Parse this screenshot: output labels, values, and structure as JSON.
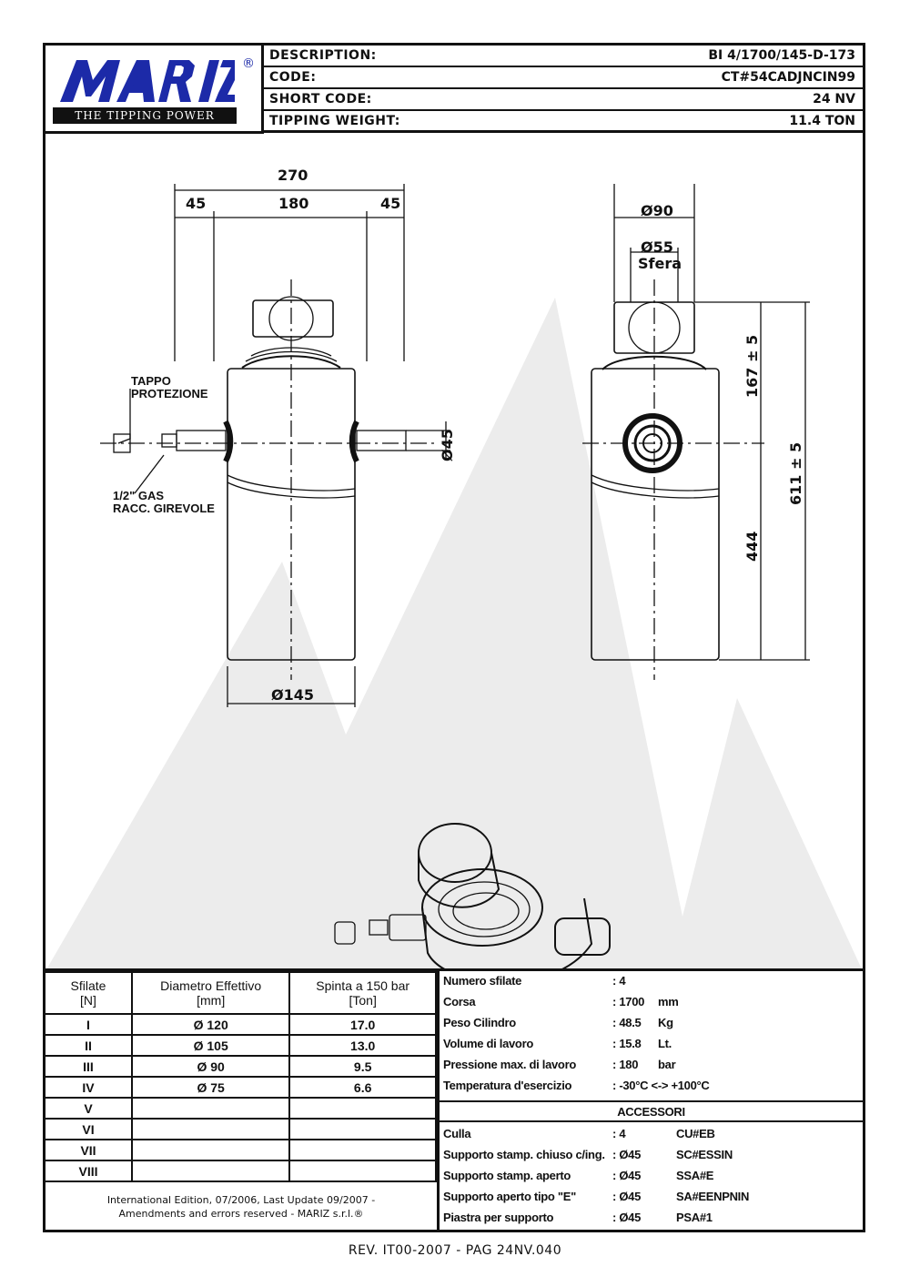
{
  "logo": {
    "text": "MARIZ",
    "tagline": "THE TIPPING POWER",
    "registered": "®",
    "color": "#1c2aa8"
  },
  "header": {
    "rows": [
      {
        "key": "DESCRIPTION:",
        "value": "BI 4/1700/145-D-173"
      },
      {
        "key": "CODE:",
        "value": "CT#54CADJNCIN99"
      },
      {
        "key": "SHORT CODE:",
        "value": "24 NV"
      },
      {
        "key": "TIPPING WEIGHT:",
        "value": "11.4 TON"
      }
    ]
  },
  "drawing": {
    "front": {
      "width_total": "270",
      "left": "45",
      "middle": "180",
      "right": "45",
      "diameter": "Ø145",
      "pin": "Ø45",
      "label_tappo_1": "TAPPO",
      "label_tappo_2": "PROTEZIONE",
      "label_gas_1": "1/2\" GAS",
      "label_gas_2": "RACC. GIREVOLE"
    },
    "side": {
      "diameter_top": "Ø90",
      "diameter_ball": "Ø55",
      "ball_label": "Sfera",
      "height_top": "167 ± 5",
      "height_total": "611 ± 5",
      "height_body": "444"
    }
  },
  "stages": {
    "headers": [
      "Sfilate\n[N]",
      "Diametro Effettivo\n[mm]",
      "Spinta a 150 bar\n[Ton]"
    ],
    "rows": [
      [
        "I",
        "Ø 120",
        "17.0"
      ],
      [
        "II",
        "Ø 105",
        "13.0"
      ],
      [
        "III",
        "Ø 90",
        "9.5"
      ],
      [
        "IV",
        "Ø 75",
        "6.6"
      ],
      [
        "V",
        "",
        ""
      ],
      [
        "VI",
        "",
        ""
      ],
      [
        "VII",
        "",
        ""
      ],
      [
        "VIII",
        "",
        ""
      ]
    ]
  },
  "edition": {
    "line1": "International Edition, 07/2006, Last Update 09/2007 -",
    "line2": "Amendments and errors reserved - MARIZ s.r.l.®"
  },
  "specs": [
    {
      "key": "Numero sfilate",
      "value": ": 4",
      "unit": ""
    },
    {
      "key": "Corsa",
      "value": ": 1700",
      "unit": "mm"
    },
    {
      "key": "Peso Cilindro",
      "value": ": 48.5",
      "unit": "Kg"
    },
    {
      "key": "Volume di lavoro",
      "value": ": 15.8",
      "unit": "Lt."
    },
    {
      "key": "Pressione max. di lavoro",
      "value": ": 180",
      "unit": "bar"
    },
    {
      "key": "Temperatura d'esercizio",
      "value": ": -30°C <-> +100°C",
      "unit": ""
    }
  ],
  "accessories": {
    "title": "ACCESSORI",
    "rows": [
      {
        "key": "Culla",
        "value": ": 4",
        "code": "CU#EB"
      },
      {
        "key": "Supporto stamp. chiuso c/ing.",
        "value": ": Ø45",
        "code": "SC#ESSIN"
      },
      {
        "key": "Supporto stamp. aperto",
        "value": ": Ø45",
        "code": "SSA#E"
      },
      {
        "key": "Supporto aperto tipo \"E\"",
        "value": ": Ø45",
        "code": "SA#EENPNIN"
      },
      {
        "key": "Piastra per supporto",
        "value": ": Ø45",
        "code": "PSA#1"
      }
    ]
  },
  "footer": "REV. IT00-2007 - PAG 24NV.040"
}
